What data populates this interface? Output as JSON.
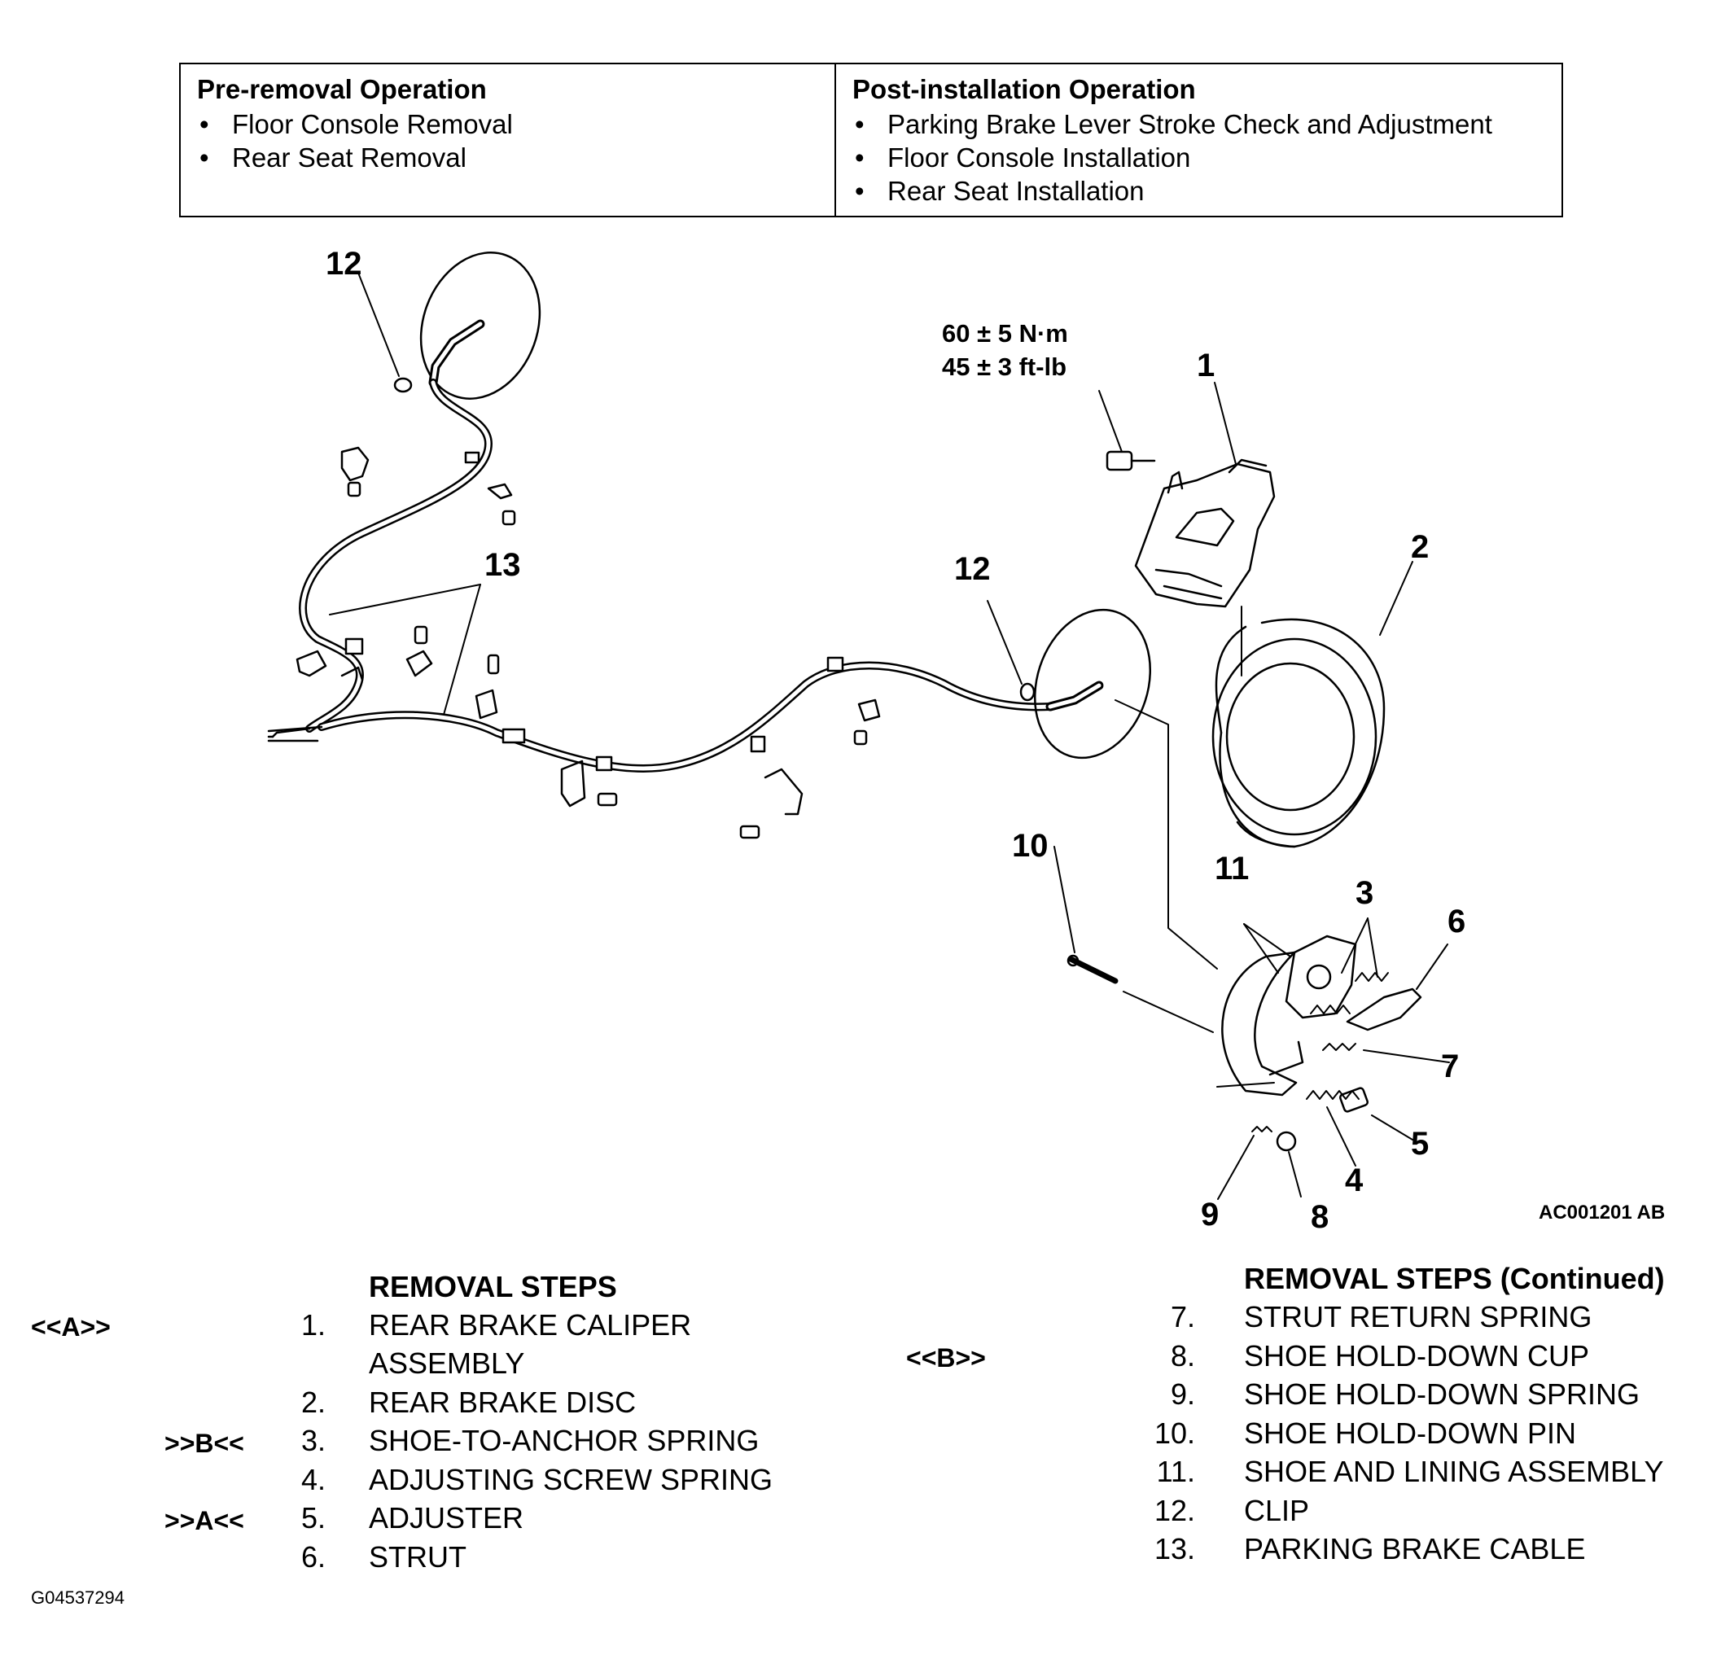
{
  "operations": {
    "pre": {
      "heading": "Pre-removal Operation",
      "items": [
        "Floor Console Removal",
        "Rear Seat Removal"
      ]
    },
    "post": {
      "heading": "Post-installation Operation",
      "items": [
        "Parking Brake Lever Stroke Check and Adjustment",
        "Floor Console Installation",
        "Rear Seat Installation"
      ]
    }
  },
  "diagram": {
    "torque_nm": "60 ± 5 N·m",
    "torque_ftlb": "45 ± 3 ft-lb",
    "callouts": {
      "c12a": "12",
      "c12b": "12",
      "c13": "13",
      "c1": "1",
      "c2": "2",
      "c3": "3",
      "c4": "4",
      "c5": "5",
      "c6": "6",
      "c7": "7",
      "c8": "8",
      "c9": "9",
      "c10": "10",
      "c11": "11"
    },
    "figure_code": "AC001201 AB"
  },
  "removal_steps": {
    "heading": "REMOVAL STEPS",
    "heading_continued": "REMOVAL STEPS (Continued)",
    "steps": [
      {
        "num": "1.",
        "text": "REAR BRAKE CALIPER",
        "text2": "ASSEMBLY",
        "marker": "<<A>>"
      },
      {
        "num": "2.",
        "text": "REAR BRAKE DISC"
      },
      {
        "num": "3.",
        "text": "SHOE-TO-ANCHOR SPRING",
        "marker": ">>B<<"
      },
      {
        "num": "4.",
        "text": "ADJUSTING SCREW SPRING"
      },
      {
        "num": "5.",
        "text": "ADJUSTER",
        "marker": ">>A<<"
      },
      {
        "num": "6.",
        "text": "STRUT"
      },
      {
        "num": "7.",
        "text": "STRUT RETURN SPRING"
      },
      {
        "num": "8.",
        "text": "SHOE HOLD-DOWN CUP",
        "marker": "<<B>>"
      },
      {
        "num": "9.",
        "text": "SHOE HOLD-DOWN SPRING"
      },
      {
        "num": "10.",
        "text": "SHOE HOLD-DOWN PIN"
      },
      {
        "num": "11.",
        "text": "SHOE AND LINING ASSEMBLY"
      },
      {
        "num": "12.",
        "text": "CLIP"
      },
      {
        "num": "13.",
        "text": "PARKING BRAKE CABLE"
      }
    ]
  },
  "footer_code": "G04537294"
}
